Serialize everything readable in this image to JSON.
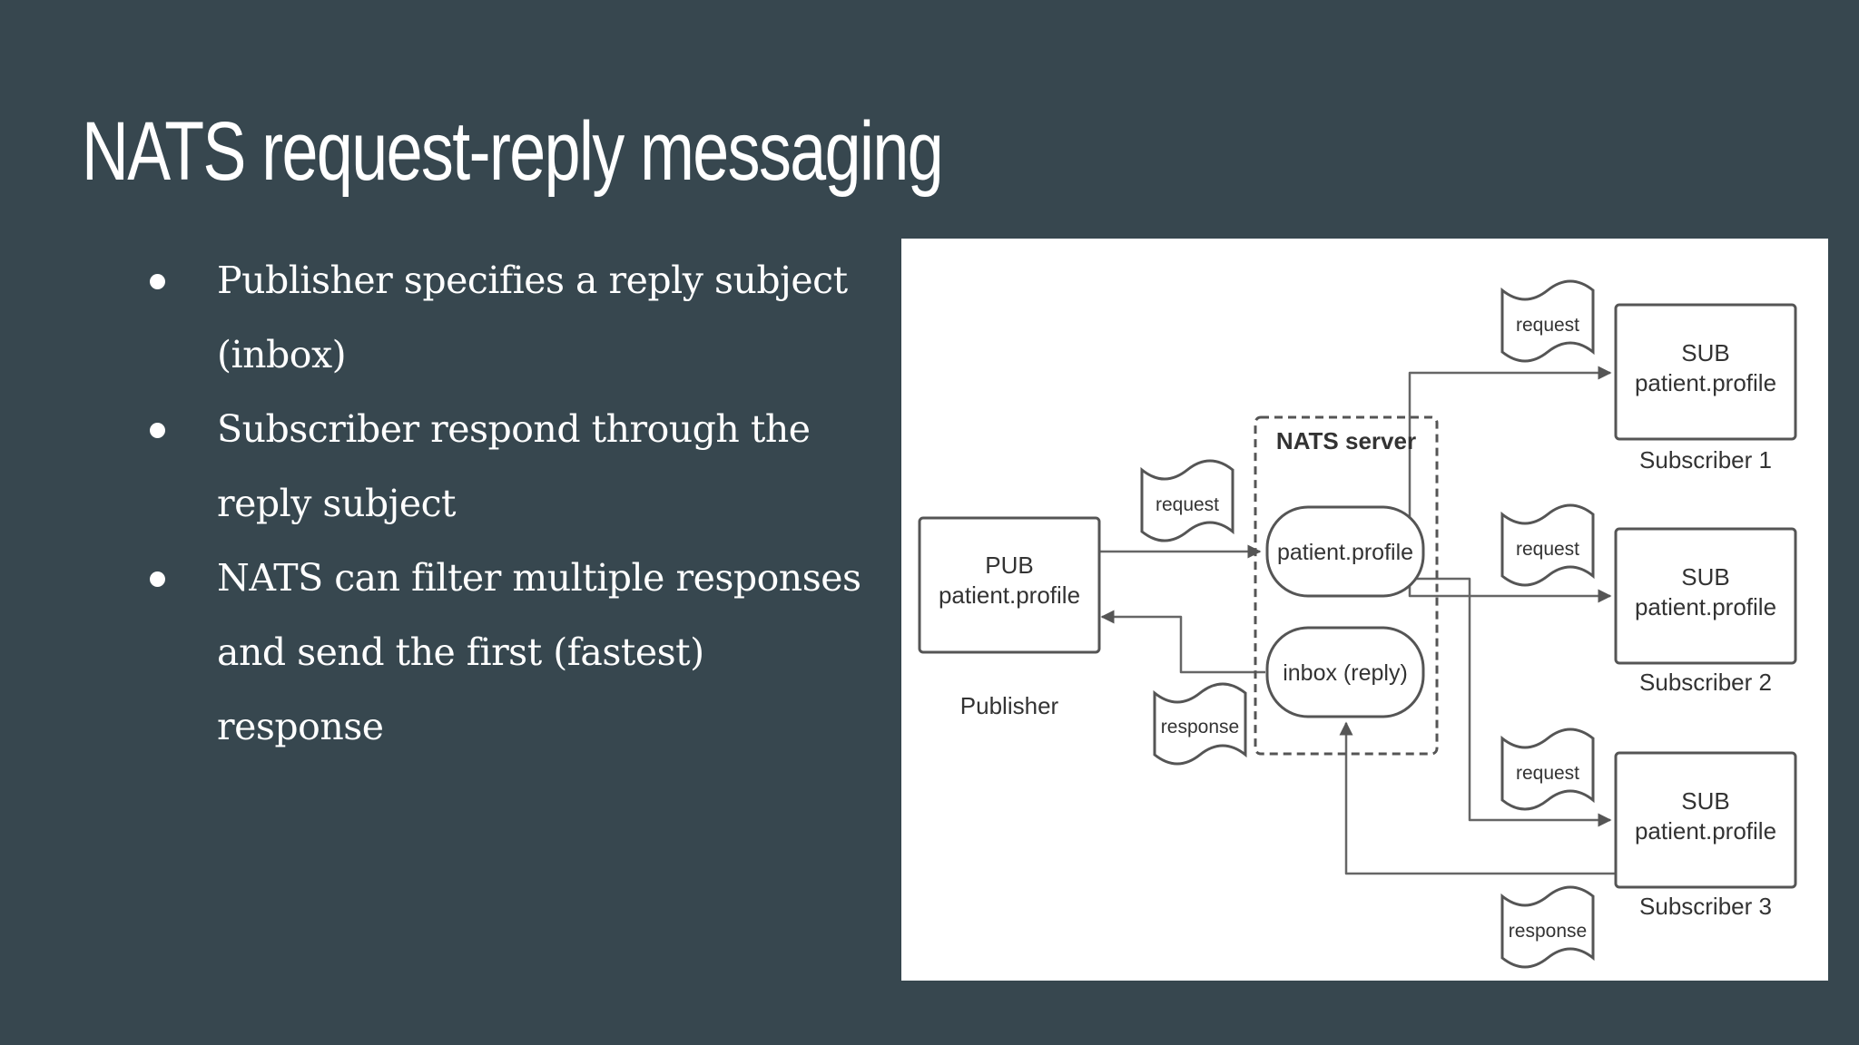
{
  "slide": {
    "title": "NATS request-reply messaging",
    "bullets": [
      "Publisher specifies a reply subject (inbox)",
      "Subscriber respond through the reply subject",
      "NATS can filter multiple responses and send the first (fastest) response"
    ]
  },
  "colors": {
    "background": "#37474f",
    "text": "#ffffff",
    "diagram_stroke": "#555555"
  },
  "diagram": {
    "server": {
      "label": "NATS server",
      "subject_node": "patient.profile",
      "inbox_node": "inbox (reply)"
    },
    "publisher": {
      "kind": "PUB",
      "subject": "patient.profile",
      "caption": "Publisher"
    },
    "subscribers": [
      {
        "kind": "SUB",
        "subject": "patient.profile",
        "caption": "Subscriber 1"
      },
      {
        "kind": "SUB",
        "subject": "patient.profile",
        "caption": "Subscriber 2"
      },
      {
        "kind": "SUB",
        "subject": "patient.profile",
        "caption": "Subscriber 3"
      }
    ],
    "messages": {
      "pub_request": "request",
      "pub_response": "response",
      "sub1_request": "request",
      "sub2_request": "request",
      "sub3_request": "request",
      "sub3_response": "response"
    }
  }
}
